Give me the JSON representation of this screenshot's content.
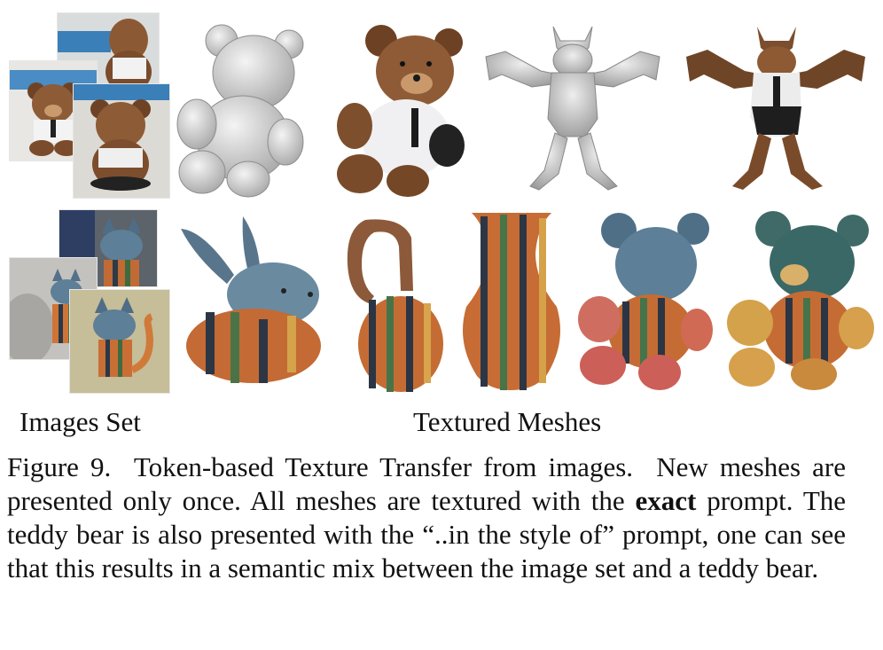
{
  "figure": {
    "row_labels": {
      "images_set": "Images Set",
      "textured_meshes": "Textured Meshes"
    },
    "caption": {
      "figure_number": "Figure 9.",
      "title": "Token-based Texture Transfer from images.",
      "text_1": "New meshes are presented only once. All meshes are textured with the",
      "bold_word": "exact",
      "text_2": "prompt. The teddy bear is also presented with the “..in the style of” prompt, one can see that this results in a semantic mix between the image set and a teddy bear."
    }
  },
  "colors": {
    "text": "#111111",
    "bear_fur": "#8a5a35",
    "mesh_grey": "#c9c9c9",
    "stripe_orange": "#d9773d",
    "stripe_blue": "#3f5468",
    "stripe_green": "#4f7a4a"
  }
}
